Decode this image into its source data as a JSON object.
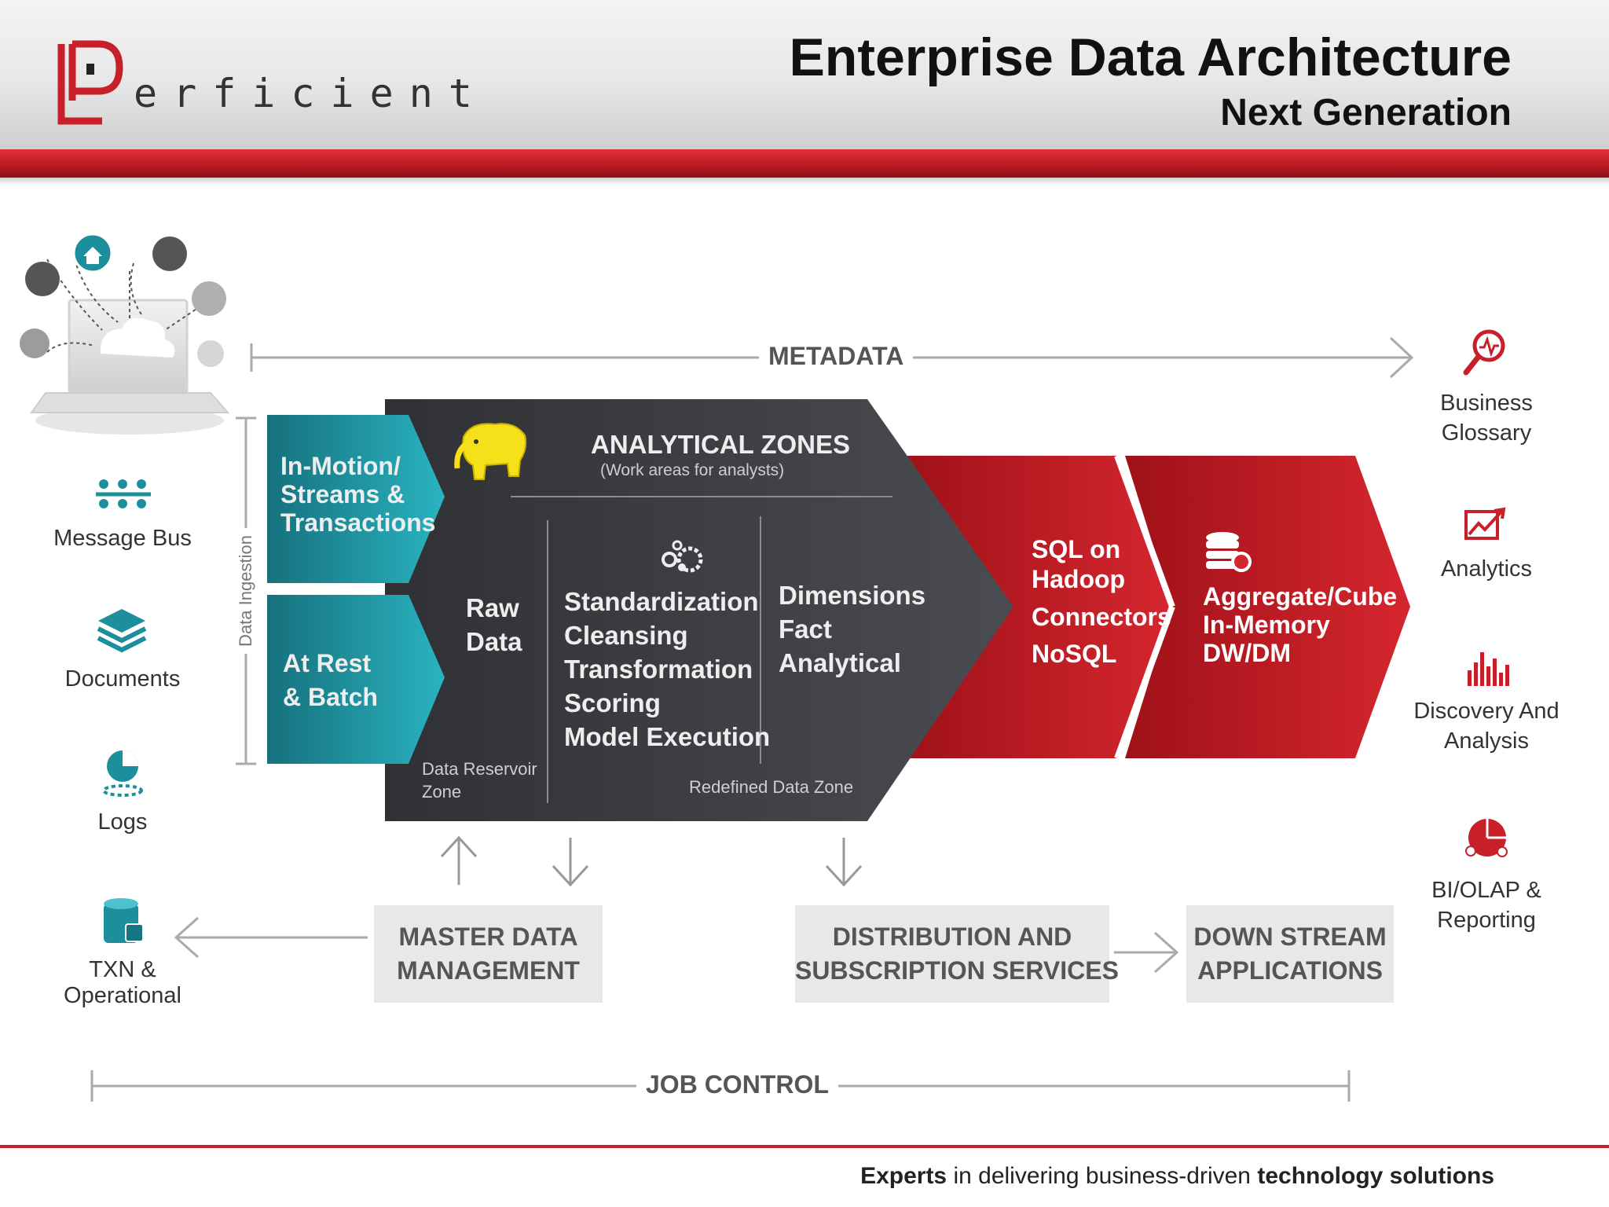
{
  "header": {
    "logo_text": "erficient",
    "title": "Enterprise Data Architecture",
    "subtitle": "Next Generation"
  },
  "sources": {
    "message_bus": "Message Bus",
    "documents": "Documents",
    "logs": "Logs",
    "txn_line1": "TXN &",
    "txn_line2": "Operational"
  },
  "flows": {
    "metadata": "METADATA",
    "job_control": "JOB CONTROL",
    "data_ingestion": "Data Ingestion"
  },
  "ingestion": {
    "in_motion": [
      "In-Motion/",
      "Streams &",
      "Transactions"
    ],
    "at_rest": [
      "At Rest",
      "& Batch"
    ]
  },
  "analytical_zones": {
    "title": "ANALYTICAL ZONES",
    "subtitle": "(Work areas for analysts)",
    "raw": [
      "Raw",
      "Data"
    ],
    "reservoir": [
      "Data Reservoir",
      "Zone"
    ],
    "process": [
      "Standardization",
      "Cleansing",
      "Transformation",
      "Scoring",
      "Model Execution"
    ],
    "dimensions": [
      "Dimensions",
      "Fact",
      "Analytical"
    ],
    "refined": "Redefined Data Zone"
  },
  "sql_block": [
    "SQL on",
    "Hadoop",
    "Connectors",
    "NoSQL"
  ],
  "aggregate_block": [
    "Aggregate/Cube",
    "In-Memory",
    "DW/DM"
  ],
  "bottom_boxes": {
    "mdm": [
      "MASTER DATA",
      "MANAGEMENT"
    ],
    "distribution": [
      "DISTRIBUTION AND",
      "SUBSCRIPTION SERVICES"
    ],
    "downstream": [
      "DOWN STREAM",
      "APPLICATIONS"
    ]
  },
  "outputs": {
    "glossary": [
      "Business",
      "Glossary"
    ],
    "analytics": "Analytics",
    "discovery": [
      "Discovery And",
      "Analysis"
    ],
    "bi": [
      "BI/OLAP &",
      "Reporting"
    ]
  },
  "footer": {
    "experts": "Experts",
    "middle": " in delivering business-driven ",
    "tech": "technology solutions"
  },
  "colors": {
    "brand_red": "#c8202a",
    "teal": "#1d8e9c",
    "dark_zone": "#3f4145",
    "box_gray": "#e8e8e8",
    "hadoop_yellow": "#f5e01a"
  }
}
